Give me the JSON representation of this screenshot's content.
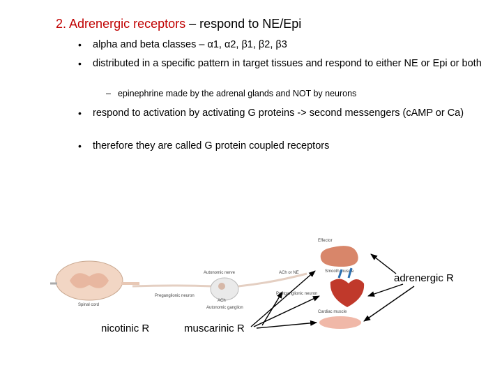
{
  "heading": {
    "number": "2.",
    "title": "Adrenergic receptors",
    "rest": " – respond to NE/Epi"
  },
  "bullets": [
    {
      "text": "alpha and beta classes – α1, α2, β1, β2, β3"
    },
    {
      "text": "distributed in a specific pattern in target tissues and respond to either NE or Epi or both"
    },
    {
      "text": "respond to activation by activating G proteins -> second messengers (cAMP or Ca)"
    },
    {
      "text": "therefore they are called G protein coupled receptors"
    }
  ],
  "sub_bullet": {
    "dash": "–",
    "text": "epinephrine made by the adrenal glands and NOT by neurons"
  },
  "figure": {
    "labels": {
      "adrenergic": "adrenergic R",
      "nicotinic": "nicotinic R",
      "muscarinic": "muscarinic R"
    },
    "tiny_labels": {
      "effector": "Effector",
      "smooth_muscle": "Smooth muscle",
      "cardiac_muscle": "Cardiac muscle",
      "autonomic_ganglion": "Autonomic ganglion",
      "preganglionic": "Preganglionic neuron",
      "postganglionic": "Postganglionic neuron",
      "ach": "ACh",
      "ach_or_ne": "ACh or NE",
      "spinal_cord": "Spinal cord",
      "autonomic_nerve": "Autonomic nerve"
    },
    "colors": {
      "arrow": "#000000",
      "stomach": "#d8866a",
      "heart": "#c0392b",
      "gland": "#f0b8a8",
      "nerve": "#e8d0c0"
    }
  }
}
